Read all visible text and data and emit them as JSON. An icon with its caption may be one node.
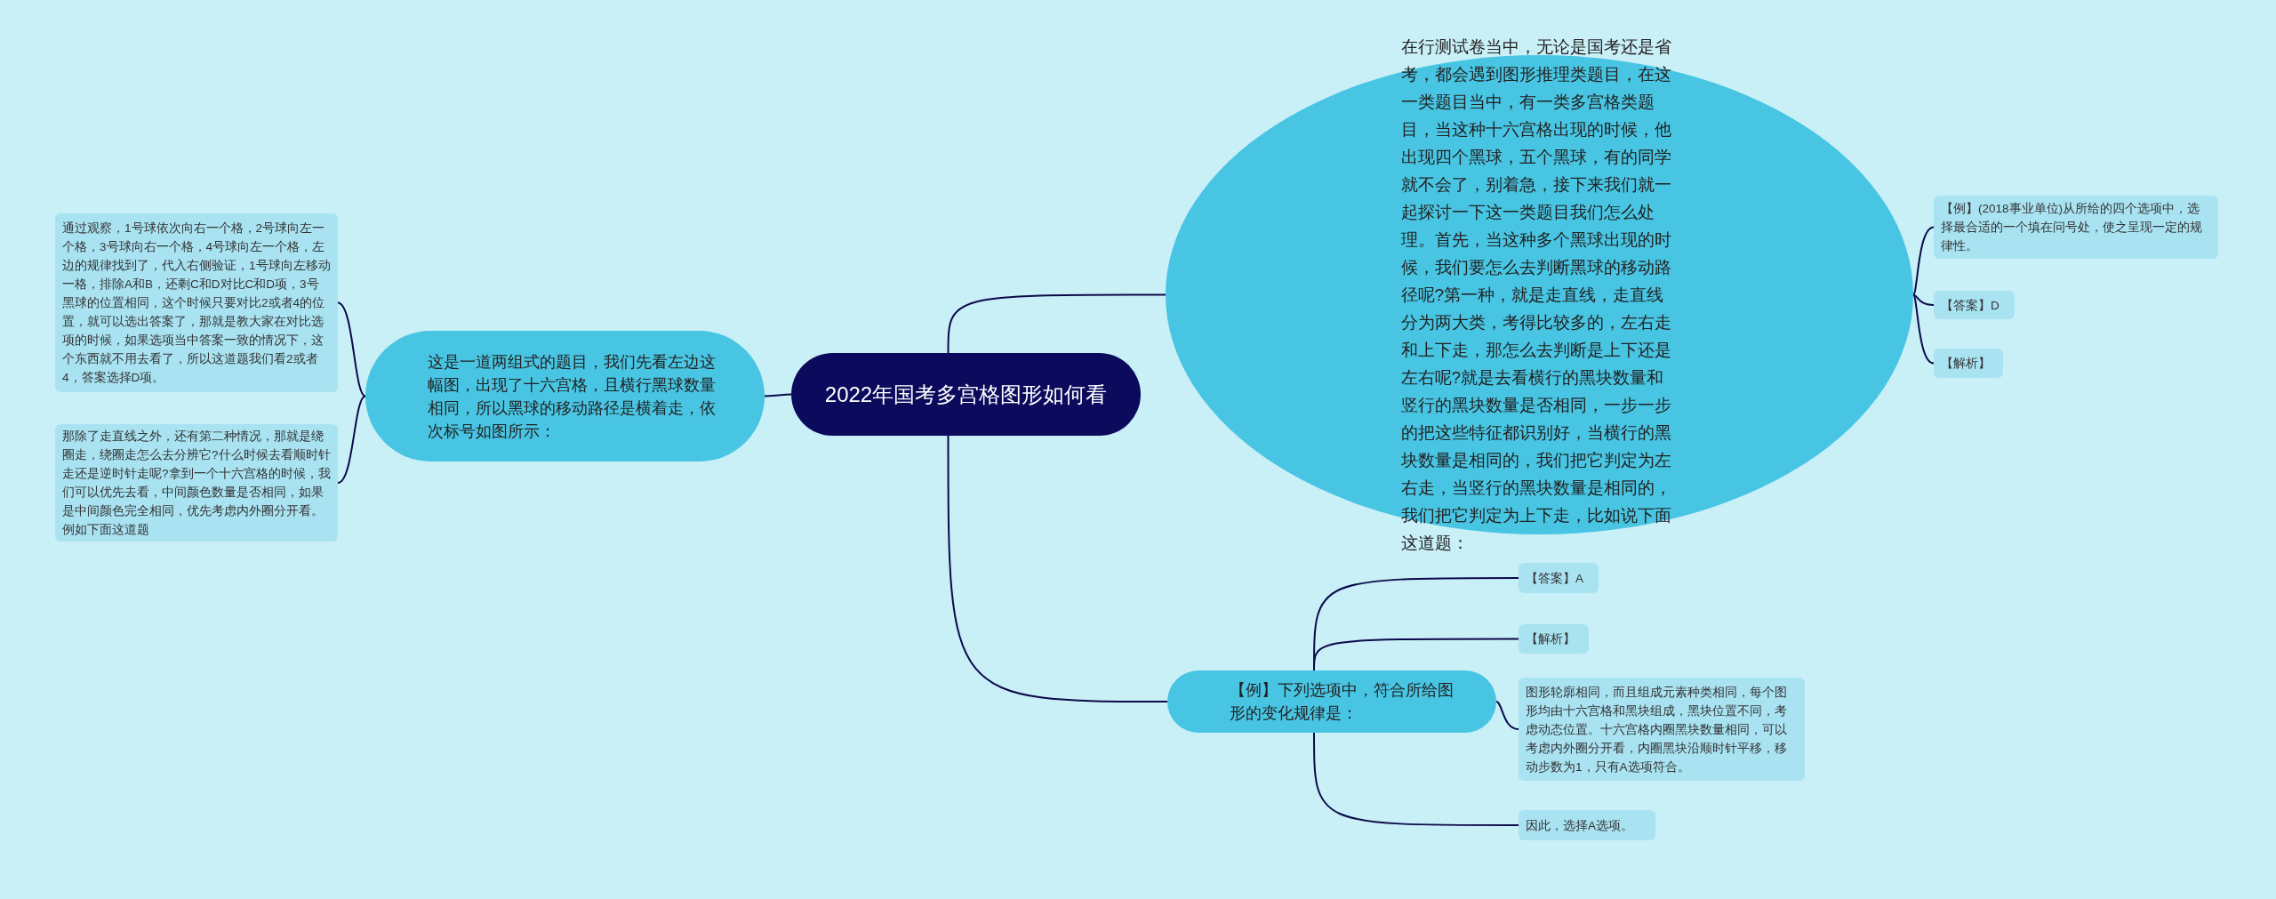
{
  "diagram": {
    "nodes": [
      {
        "text": [
          "2022年国考多宫格图形如何看"
        ]
      },
      {
        "text": [
          "这是一道两组式的题目，我们先看左边这幅图，出现了十六宫格，且横行黑球数量相同，所以黑球的移动路径是横着走，依次标号如图所示："
        ]
      },
      {
        "text": [
          "通过观察，1号球依次向右一个格，2号球向左一个格，3号球向右一个格，4号球向左一个格，左边的规律找到了，代入右侧验证，1号球向左移动一格，排除A和B，还剩C和D对比C和D项，3号黑球的位置相同，这个时候只要对比2或者4的位置，就可以选出答案了，那就是教大家在对比选项的时候，如果选项当中答案一致的情况下，这个东西就不用去看了，所以这道题我们看2或者4，答案选择D项。"
        ]
      },
      {
        "text": [
          "那除了走直线之外，还有第二种情况，那就是绕圈走，绕圈走怎么去分辨它?什么时候去看顺时针走还是逆时针走呢?拿到一个十六宫格的时候，我们可以优先去看，中间颜色数量是否相同，如果是中间颜色完全相同，优先考虑内外圈分开看。例如下面这道题"
        ]
      },
      {
        "text": [
          "在行测试卷当中，无论是国考还是省考，都会遇到图形推理类题目，在这一类题目当中，有一类多宫格类题目，当这种十六宫格出现的时候，他出现四个黑球，五个黑球，有的同学就不会了，别着急，接下来我们就一起探讨一下这一类题目我们怎么处理。首先，当这种多个黑球出现的时候，我们要怎么去判断黑球的移动路径呢?第一种，就是走直线，走直线分为两大类，考得比较多的，左右走和上下走，那怎么去判断是上下还是左右呢?就是去看横行的黑块数量和竖行的黑块数量是否相同，一步一步的把这些特征都识别好，当横行的黑块数量是相同的，我们把它判定为左右走，当竖行的黑块数量是相同的，我们把它判定为上下走，比如说下面这道题："
        ]
      },
      {
        "text": [
          "【例】(2018事业单位)从所给的四个选项中，选择最合适的一个填在问号处，使之呈现一定的规律性。"
        ]
      },
      {
        "text": [
          "【答案】D"
        ]
      },
      {
        "text": [
          "【解析】"
        ]
      },
      {
        "text": [
          "【例】下列选项中，符合所给图形的变化规律是："
        ]
      },
      {
        "text": [
          "【答案】A"
        ]
      },
      {
        "text": [
          "【解析】"
        ]
      },
      {
        "text": [
          "图形轮廓相同，而且组成元素种类相同，每个图形均由十六宫格和黑块组成，黑块位置不同，考虑动态位置。十六宫格内圈黑块数量相同，可以考虑内外圈分开看，内圈黑块沿顺时针平移，移动步数为1，只有A选项符合。"
        ]
      },
      {
        "text": [
          "因此，选择A选项。"
        ]
      }
    ],
    "edges": [
      {
        "from": 0,
        "to": 1,
        "arrow": "none"
      },
      {
        "from": 1,
        "to": 2,
        "arrow": "none"
      },
      {
        "from": 1,
        "to": 3,
        "arrow": "none"
      },
      {
        "from": 0,
        "to": 4,
        "arrow": "none"
      },
      {
        "from": 4,
        "to": 5,
        "arrow": "none"
      },
      {
        "from": 4,
        "to": 6,
        "arrow": "none"
      },
      {
        "from": 4,
        "to": 7,
        "arrow": "none"
      },
      {
        "from": 0,
        "to": 8,
        "arrow": "none"
      },
      {
        "from": 8,
        "to": 9,
        "arrow": "none"
      },
      {
        "from": 8,
        "to": 10,
        "arrow": "none"
      },
      {
        "from": 8,
        "to": 11,
        "arrow": "none"
      },
      {
        "from": 8,
        "to": 12,
        "arrow": "none"
      }
    ]
  }
}
